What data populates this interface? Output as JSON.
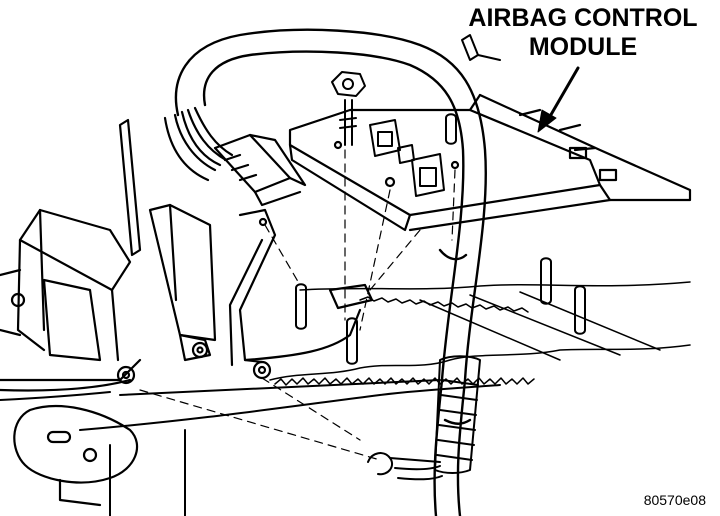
{
  "labels": {
    "callout_line1": "AIRBAG CONTROL",
    "callout_line2": "MODULE"
  },
  "figure_id": "80570e08",
  "colors": {
    "ink": "#000000",
    "paper": "#ffffff"
  }
}
